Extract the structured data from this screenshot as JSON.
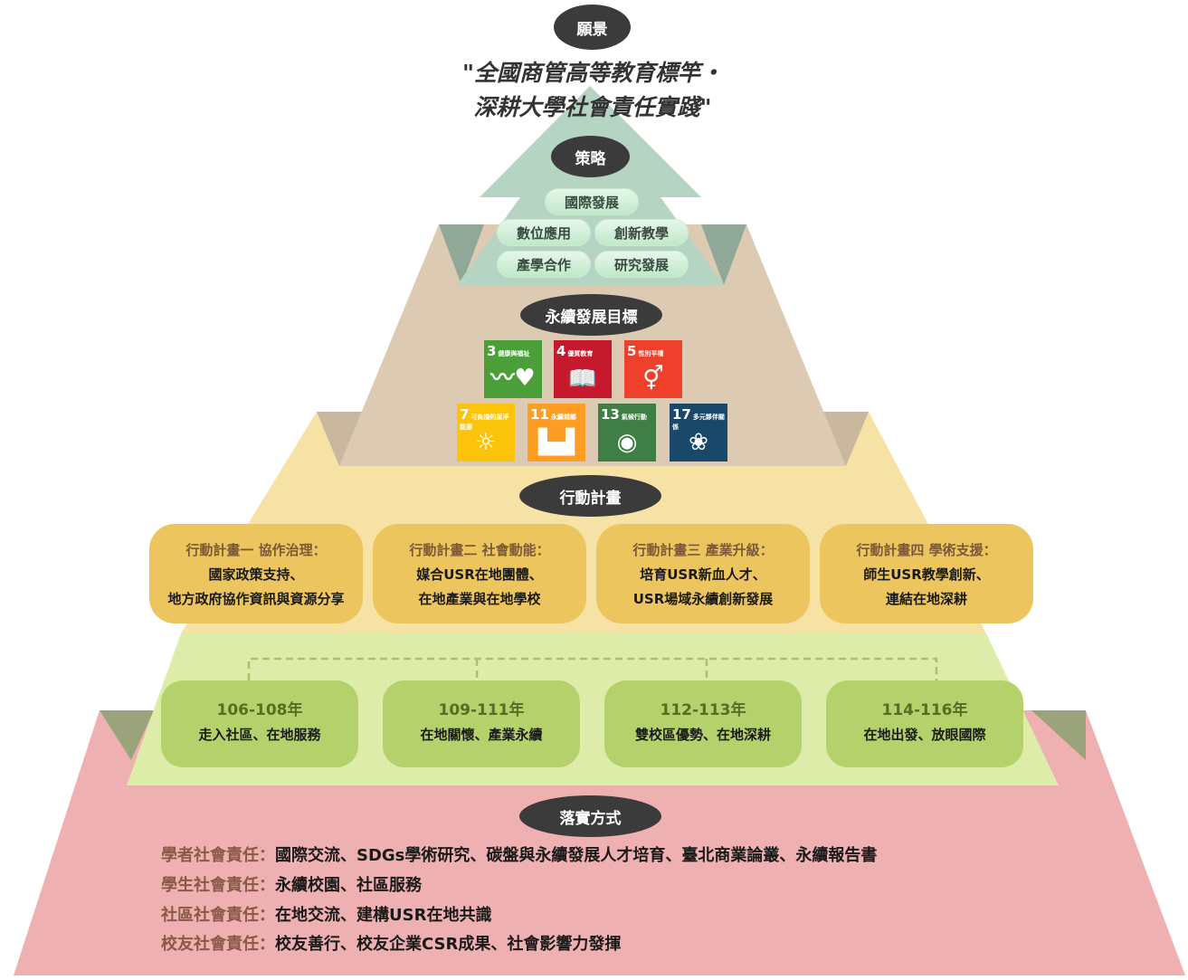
{
  "vision": {
    "label": "願景",
    "line1": "\"全國商管高等教育標竿・",
    "line2": "深耕大學社會責任實踐\""
  },
  "strategy": {
    "label": "策略",
    "items": [
      "國際發展",
      "數位應用",
      "創新教學",
      "產學合作",
      "研究發展"
    ]
  },
  "sdgs": {
    "label": "永續發展目標",
    "goals": [
      {
        "num": "3",
        "name": "健康與福祉",
        "icon": "heartbeat-icon",
        "color": "#4c9f38"
      },
      {
        "num": "4",
        "name": "優質教育",
        "icon": "book-icon",
        "color": "#c5192d"
      },
      {
        "num": "5",
        "name": "性別平權",
        "icon": "gender-icon",
        "color": "#ef402b"
      },
      {
        "num": "7",
        "name": "可負擔的潔淨能源",
        "icon": "sun-power-icon",
        "color": "#fcc30b"
      },
      {
        "num": "11",
        "name": "永續城鄉",
        "icon": "city-icon",
        "color": "#fd9d24"
      },
      {
        "num": "13",
        "name": "氣候行動",
        "icon": "earth-eye-icon",
        "color": "#3f7e44"
      },
      {
        "num": "17",
        "name": "多元夥伴關係",
        "icon": "flower-rings-icon",
        "color": "#19486a"
      }
    ]
  },
  "action": {
    "label": "行動計畫",
    "plans": [
      {
        "title": "行動計畫一 協作治理：",
        "l1": "國家政策支持、",
        "l2": "地方政府協作資訊與資源分享"
      },
      {
        "title": "行動計畫二 社會動能：",
        "l1": "媒合USR在地團體、",
        "l2": "在地產業與在地學校"
      },
      {
        "title": "行動計畫三 產業升級：",
        "l1": "培育USR新血人才、",
        "l2": "USR場域永續創新發展"
      },
      {
        "title": "行動計畫四 學術支援：",
        "l1": "師生USR教學創新、",
        "l2": "連結在地深耕"
      }
    ]
  },
  "phases": [
    {
      "years": "106-108年",
      "theme": "走入社區、在地服務"
    },
    {
      "years": "109-111年",
      "theme": "在地關懷、產業永續"
    },
    {
      "years": "112-113年",
      "theme": "雙校區優勢、在地深耕"
    },
    {
      "years": "114-116年",
      "theme": "在地出發、放眼國際"
    }
  ],
  "implementation": {
    "label": "落實方式",
    "rows": [
      {
        "label": "學者社會責任：",
        "text": "國際交流、SDGs學術研究、碳盤與永續發展人才培育、臺北商業論叢、永續報告書"
      },
      {
        "label": "學生社會責任：",
        "text": "永續校園、社區服務"
      },
      {
        "label": "社區社會責任：",
        "text": "在地交流、建構USR在地共識"
      },
      {
        "label": "校友社會責任：",
        "text": "校友善行、校友企業CSR成果、社會影響力發揮"
      }
    ]
  }
}
